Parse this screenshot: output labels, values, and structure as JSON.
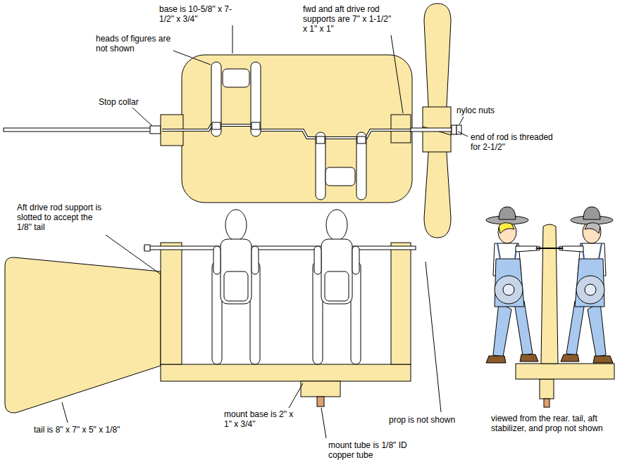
{
  "diagram": {
    "labels": [
      "base is 10-5/8\" x 7-1/2\" x 3/4\"",
      "heads of figures are not shown",
      "fwd and aft drive rod supports are 7\" x 1-1/2\" x 1\" x 1\"",
      "Stop collar",
      "nyloc nuts",
      "end of rod is threaded for 2-1/2\"",
      "Aft drive rod support is slotted to accept the 1/8\" tail",
      "tail is 8\" x 7\" x 5\" x 1/8\"",
      "mount base is 2\" x 1\" x 3/4\"",
      "mount tube is 1/8\" ID copper tube",
      "prop is not shown",
      "viewed from the rear. tail, aft stabilizer, and prop not shown"
    ]
  }
}
